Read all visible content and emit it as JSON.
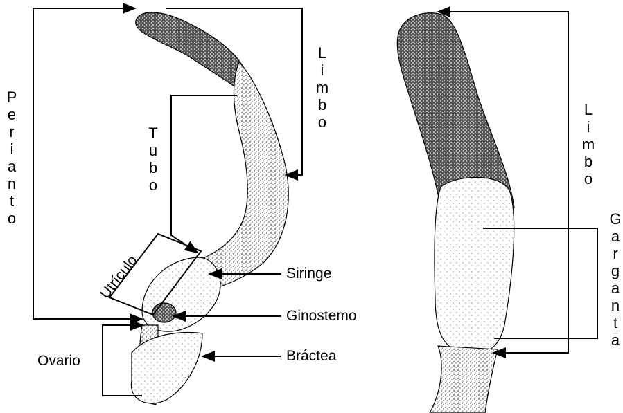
{
  "labels": {
    "periantho": "Perianto",
    "limbo_left": "Limbo",
    "tubo": "Tubo",
    "utriculo": "Utrículo",
    "siringe": "Siringe",
    "ginostemo": "Ginostemo",
    "ovario": "Ovario",
    "bractea": "Bráctea",
    "limbo_right": "Limbo",
    "garganta": "Garganta"
  },
  "colors": {
    "ink": "#000000",
    "paper": "#ffffff",
    "stipple": "#3a3a3a"
  }
}
